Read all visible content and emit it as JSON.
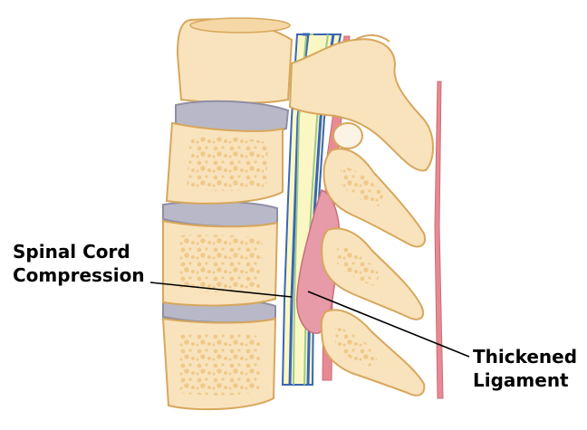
{
  "labels": {
    "compression": {
      "line1": "Spinal Cord",
      "line2": "Compression"
    },
    "ligament": {
      "line1": "Thickened",
      "line2": "Ligament"
    }
  },
  "colors": {
    "bone": "#f9e3bd",
    "bone_outline": "#d7a75c",
    "spongy": "#f0c98a",
    "disc": "#b9b8c8",
    "disc_outline": "#8f8ea4",
    "cord": "#fbf7c4",
    "cord_stripe_blue": "#3a66b5",
    "cord_stripe_green": "#9fca8b",
    "ligament": "#e88a93",
    "ligament_bulge": "#e79aa7",
    "pointer": "#000000"
  }
}
